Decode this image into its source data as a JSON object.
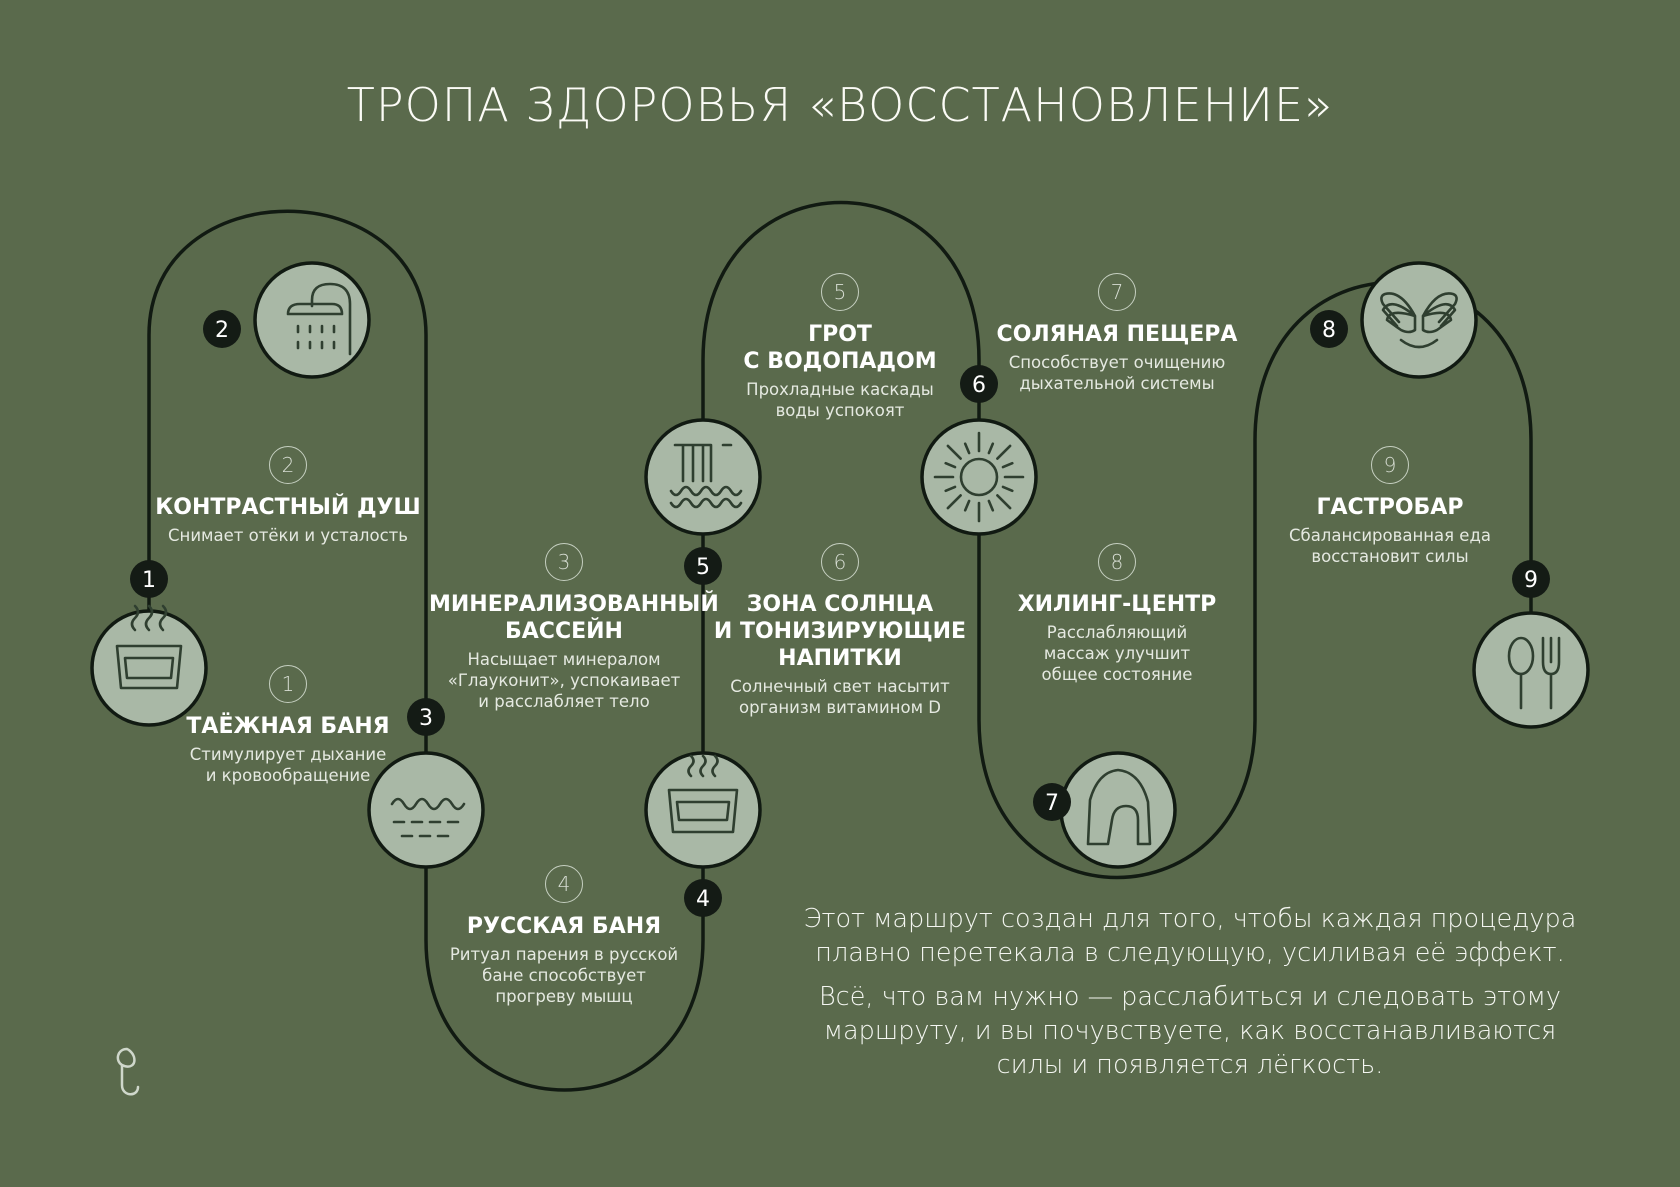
{
  "title": "ТРОПА ЗДОРОВЬЯ «ВОССТАНОВЛЕНИЕ»",
  "colors": {
    "background": "#5a6a4c",
    "path": "#111a12",
    "circle_fill": "#a9b8a6",
    "icon_stroke": "#2f3f30",
    "badge_fill": "#141b15",
    "badge_text": "#ffffff"
  },
  "stops": [
    {
      "number": "1",
      "name": "ТАЁЖНАЯ БАНЯ",
      "desc": "Стимулирует дыхание\nи кровообращение",
      "icon": "sauna-bucket-icon"
    },
    {
      "number": "2",
      "name": "КОНТРАСТНЫЙ ДУШ",
      "desc": "Снимает отёки и усталость",
      "icon": "shower-icon"
    },
    {
      "number": "3",
      "name": "МИНЕРАЛИЗОВАННЫЙ\nБАССЕЙН",
      "desc": "Насыщает минералом\n«Глауконит», успокаивает\nи расслабляет тело",
      "icon": "pool-icon"
    },
    {
      "number": "4",
      "name": "РУССКАЯ БАНЯ",
      "desc": "Ритуал парения в русской\nбане способствует\nпрогреву мышц",
      "icon": "steam-bath-icon"
    },
    {
      "number": "5",
      "name": "ГРОТ\nС ВОДОПАДОМ",
      "desc": "Прохладные каскады\nводы успокоят",
      "icon": "waterfall-icon"
    },
    {
      "number": "6",
      "name": "ЗОНА СОЛНЦА\nИ ТОНИЗИРУЮЩИЕ\nНАПИТКИ",
      "desc": "Солнечный свет насытит\nорганизм витамином D",
      "icon": "sun-icon"
    },
    {
      "number": "7",
      "name": "СОЛЯНАЯ ПЕЩЕРА",
      "desc": "Способствует очищению\nдыхательной системы",
      "icon": "salt-cave-icon"
    },
    {
      "number": "8",
      "name": "ХИЛИНГ-ЦЕНТР",
      "desc": "Расслабляющий\nмассаж улучшит\nобщее состояние",
      "icon": "healing-hands-icon"
    },
    {
      "number": "9",
      "name": "ГАСТРОБАР",
      "desc": "Сбалансированная еда\nвосстановит силы",
      "icon": "spoon-fork-icon"
    }
  ],
  "note": {
    "p1": "Этот маршрут создан для того, чтобы каждая процедура плавно перетекала в следующую, усиливая её эффект.",
    "p2": "Всё, что вам нужно — расслабиться и следовать этому маршруту, и вы почувствуете, как восстанавливаются силы и появляется лёгкость."
  }
}
